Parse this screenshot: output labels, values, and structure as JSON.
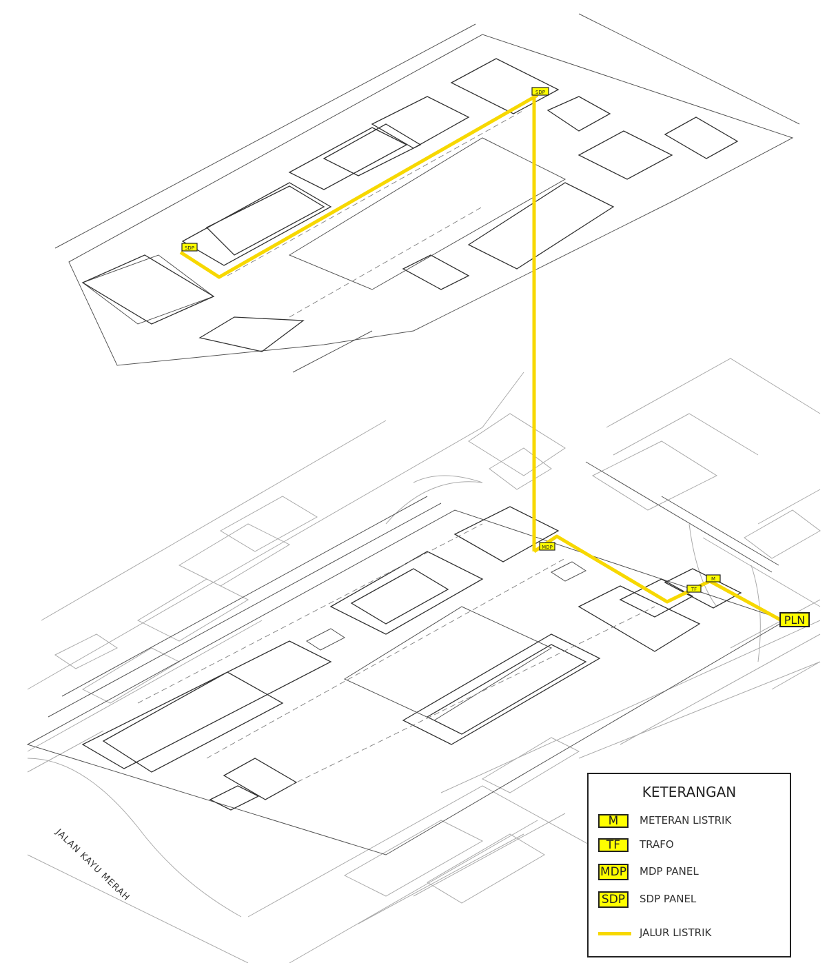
{
  "legend": {
    "title": "KETERANGAN",
    "items": [
      {
        "symbol": "M",
        "label": "METERAN LISTRIK"
      },
      {
        "symbol": "TF",
        "label": "TRAFO"
      },
      {
        "symbol": "MDP",
        "label": "MDP PANEL"
      },
      {
        "symbol": "SDP",
        "label": "SDP PANEL"
      },
      {
        "symbol": "",
        "label": "JALUR LISTRIK"
      }
    ]
  },
  "markers": {
    "sdp_upper_right": "SDP",
    "sdp_upper_left": "SDP",
    "mdp": "MDP",
    "meter": "M",
    "trafo": "TF",
    "pln": "PLN"
  },
  "street_label": "JALAN KAYU MERAH",
  "colors": {
    "route": "#f7d800",
    "marker_fill": "#ffff00"
  }
}
